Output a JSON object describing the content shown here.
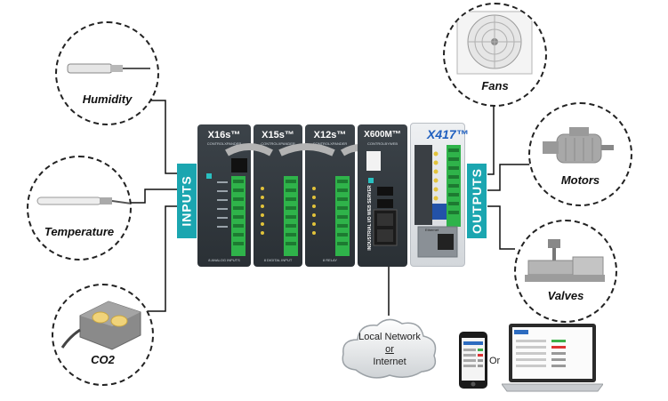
{
  "sensors": {
    "humidity": "Humidity",
    "temperature": "Temperature",
    "co2": "CO2"
  },
  "banners": {
    "inputs": "INPUTS",
    "outputs": "OUTPUTS"
  },
  "actuators": {
    "fans": "Fans",
    "motors": "Motors",
    "valves": "Valves"
  },
  "modules": {
    "x16s": {
      "title": "X16s™",
      "subtitle": "CONTROLXPANDER",
      "foot": "8 ANALOG INPUTS"
    },
    "x15s": {
      "title": "X15s™",
      "subtitle": "CONTROLXPANDER",
      "foot": "8 DIGITAL INPUT"
    },
    "x12s": {
      "title": "X12s™",
      "subtitle": "CONTROLXPANDER",
      "foot": "8 RELAY"
    },
    "x600m": {
      "title": "X600M™",
      "subtitle": "CONTROLBYWEB",
      "side": "INDUSTRIAL I/O WEB SERVER"
    },
    "x417": {
      "title": "X417™",
      "port": "Ethernet"
    }
  },
  "network": {
    "line1": "Local Network",
    "line2": "or",
    "line3": "Internet"
  },
  "or_label": "Or"
}
